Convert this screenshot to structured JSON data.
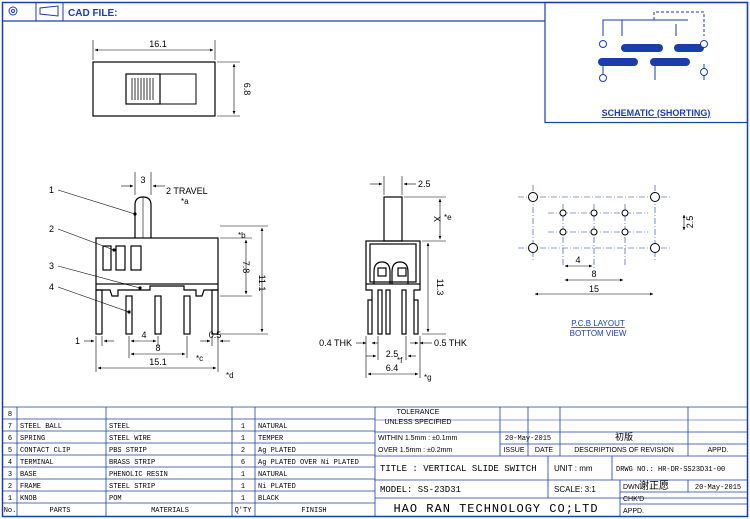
{
  "header": {
    "cad_file_label": "CAD FILE:"
  },
  "schematic": {
    "title": "SCHEMATIC (SHORTING)"
  },
  "front_view": {
    "dim_width": "16.1",
    "dim_height": "6.8"
  },
  "side_view_1": {
    "dim_3": "3",
    "dim_travel": "2 TRAVEL",
    "mark_a": "*a",
    "mark_b": "*b",
    "dim_7_8": "7.8",
    "dim_11_1": "11.1",
    "dim_1": "1",
    "dim_4": "4",
    "dim_0_5": "0.5",
    "dim_8": "8",
    "mark_c": "*c",
    "dim_15_1": "15.1",
    "mark_d": "*d",
    "callouts": [
      "1",
      "2",
      "3",
      "4"
    ]
  },
  "side_view_2": {
    "dim_2_5_top": "2.5",
    "mark_x": "X",
    "mark_e": "*e",
    "dim_11_3": "11.3",
    "dim_0_4_thk": "0.4 THK",
    "dim_0_5_thk": "0.5 THK",
    "dim_2_5_bot": "2.5",
    "mark_f": "*f",
    "dim_6_4": "6.4",
    "mark_g": "*g"
  },
  "pcb": {
    "dim_2_5": "2.5",
    "dim_4": "4",
    "dim_8": "8",
    "dim_15": "15",
    "title_line1": "P.C.B LAYOUT",
    "title_line2": "BOTTOM VIEW"
  },
  "bom": {
    "rows": [
      {
        "no": "8",
        "part": "",
        "material": "",
        "qty": "",
        "finish": ""
      },
      {
        "no": "7",
        "part": "STEEL BALL",
        "material": "STEEL",
        "qty": "1",
        "finish": "NATURAL"
      },
      {
        "no": "6",
        "part": "SPRING",
        "material": "STEEL WIRE",
        "qty": "1",
        "finish": "TEMPER"
      },
      {
        "no": "5",
        "part": "CONTACT CLIP",
        "material": "PBS STRIP",
        "qty": "2",
        "finish": "Ag PLATED"
      },
      {
        "no": "4",
        "part": "TERMINAL",
        "material": "BRASS STRIP",
        "qty": "6",
        "finish": "Ag PLATED OVER Ni PLATED"
      },
      {
        "no": "3",
        "part": "BASE",
        "material": "PHENOLIC RESIN",
        "qty": "1",
        "finish": "NATURAL"
      },
      {
        "no": "2",
        "part": "FRAME",
        "material": "STEEL STRIP",
        "qty": "1",
        "finish": "Ni PLATED"
      },
      {
        "no": "1",
        "part": "KNOB",
        "material": "POM",
        "qty": "1",
        "finish": "BLACK"
      }
    ],
    "headers": {
      "no": "No.",
      "part": "PARTS",
      "material": "MATERIALS",
      "qty": "Q'TY",
      "finish": "FINISH"
    }
  },
  "title_block": {
    "tolerance_title": "TOLERANCE",
    "tolerance_sub": "UNLESS  SPECIFIED",
    "tol_within": "WITHIN 1.5mm : ±0.1mm",
    "tol_over": "OVER 1.5mm : ±0.2mm",
    "issue_label": "ISSUE",
    "date_label": "DATE",
    "rev_date": "20-May-2015",
    "rev_desc": "初版",
    "desc_label": "DESCRIPTIONS OF REVISION",
    "appd_label": "APPD.",
    "title_text": "TITLE : VERTICAL SLIDE SWITCH",
    "unit_text": "UNIT :  mm",
    "drwg_no": "DRWG NO.: HR-DR-SS23D31-00",
    "model_text": "MODEL: SS-23D31",
    "scale_text": "SCALE:  3:1",
    "dwn_label": "DWN.",
    "dwn_name": "谢正愿",
    "dwn_date": "20-May-2015",
    "chkd_label": "CHK'D",
    "appd2_label": "APPD.",
    "company": "HAO RAN TECHNOLOGY CO;LTD"
  }
}
